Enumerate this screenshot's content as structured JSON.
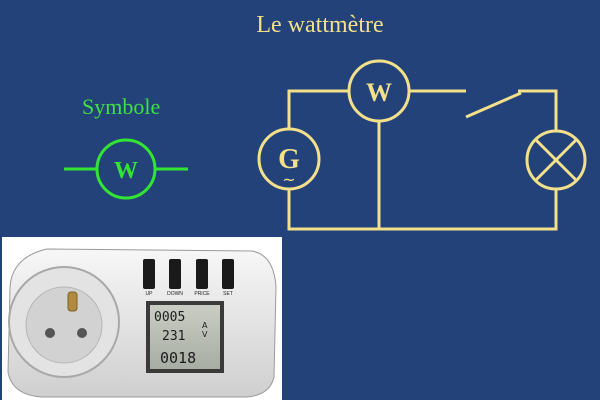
{
  "title": "Le wattmètre",
  "symbol": {
    "label": "Symbole",
    "meter_letter": "W",
    "color": "#33e533"
  },
  "circuit": {
    "wattmeter_letter": "W",
    "generator_letter": "G",
    "generator_ac_mark": "~",
    "color": "#f2e08a",
    "components": [
      "generator",
      "wattmeter",
      "switch",
      "lamp"
    ]
  },
  "device": {
    "buttons": [
      "UP",
      "DOWN",
      "PRICE",
      "SET"
    ],
    "lcd_line1": "0005",
    "lcd_line2": "231",
    "lcd_line3": "0018",
    "lcd_unit_top": "A",
    "lcd_unit_mid": "V"
  },
  "background_color": "#23427a"
}
